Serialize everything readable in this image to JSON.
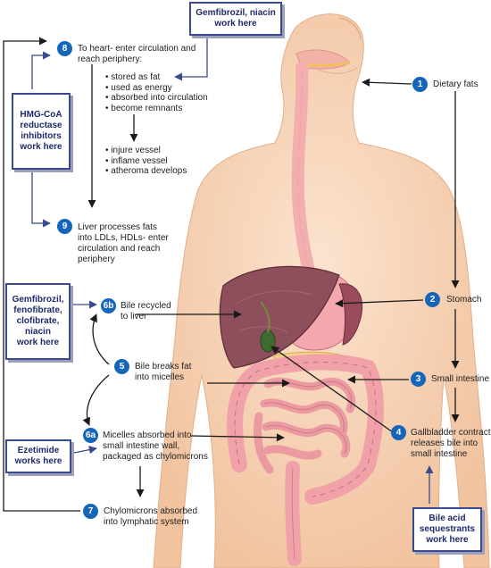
{
  "steps": {
    "s1": {
      "num": "1",
      "text": "Dietary fats"
    },
    "s2": {
      "num": "2",
      "text": "Stomach"
    },
    "s3": {
      "num": "3",
      "text": "Small intestine"
    },
    "s4": {
      "num": "4",
      "line1": "Gallbladder contracts",
      "line2": "releases bile into",
      "line3": "small intestine"
    },
    "s5": {
      "num": "5",
      "line1": "Bile breaks fat",
      "line2": "into micelles"
    },
    "s6a": {
      "num": "6a",
      "line1": "Micelles absorbed into",
      "line2": "small intestine wall,",
      "line3": "packaged as chylomicrons"
    },
    "s6b": {
      "num": "6b",
      "line1": "Bile recycled",
      "line2": "to liver"
    },
    "s7": {
      "num": "7",
      "line1": "Chylomicrons absorbed",
      "line2": "into lymphatic system"
    },
    "s8": {
      "num": "8",
      "line1": "To heart- enter circulation and",
      "line2": "reach periphery:",
      "bullets1": [
        "stored as fat",
        "used as energy",
        "absorbed into circulation",
        "become remnants"
      ],
      "bullets2": [
        "injure vessel",
        "inflame vessel",
        "atheroma develops"
      ]
    },
    "s9": {
      "num": "9",
      "line1": "Liver processes fats",
      "line2": "into LDLs, HDLs- enter",
      "line3": "circulation and reach",
      "line4": "periphery"
    }
  },
  "drugs": {
    "top": {
      "line1": "Gemfibrozil, niacin",
      "line2": "work here"
    },
    "hmg": {
      "line1": "HMG-CoA",
      "line2": "reductase",
      "line3": "inhibitors",
      "line4": "work here"
    },
    "fib": {
      "line1": "Gemfibrozil,",
      "line2": "fenofibrate,",
      "line3": "clofibrate,",
      "line4": "niacin",
      "line5": "work here"
    },
    "eze": {
      "line1": "Ezetimide",
      "line2": "works here"
    },
    "bile": {
      "line1": "Bile acid",
      "line2": "sequestrants",
      "line3": "work here"
    }
  },
  "colors": {
    "step_circle": "#1565b8",
    "box_border": "#3a4a8e",
    "skin": "#f6d3b4",
    "liver": "#8e4f5c",
    "intestine": "#f0a8ac"
  }
}
